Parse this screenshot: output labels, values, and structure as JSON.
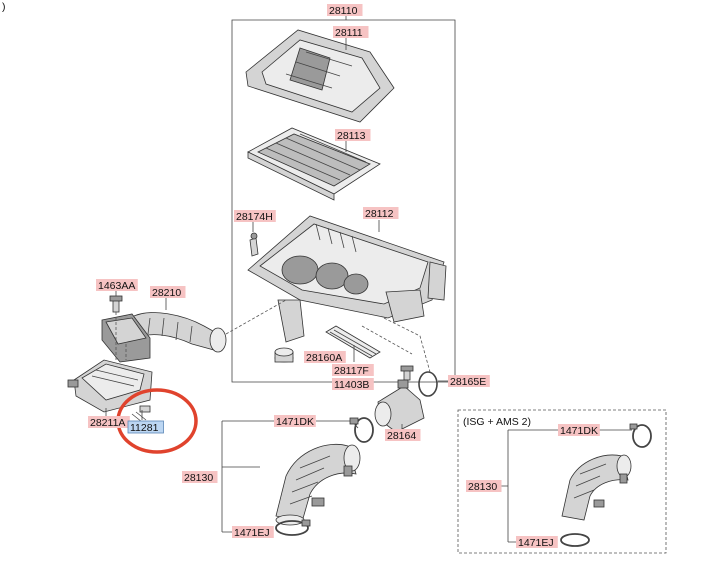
{
  "page_note": ")",
  "labels": {
    "p28110": "28110",
    "p28111": "28111",
    "p28113": "28113",
    "p28174H": "28174H",
    "p28112": "28112",
    "p1463AA": "1463AA",
    "p28210": "28210",
    "p28160A": "28160A",
    "p28117F": "28117F",
    "p11403B": "11403B",
    "p28165E": "28165E",
    "p28211A": "28211A",
    "p11281": "11281",
    "p1471DK": "1471DK",
    "p28164": "28164",
    "p28130": "28130",
    "p1471EJ": "1471EJ"
  },
  "variant_box": {
    "title": "(ISG + AMS 2)",
    "p1471DK": "1471DK",
    "p28130": "28130",
    "p1471EJ": "1471EJ"
  },
  "colors": {
    "label_fill": "#f6c3c3",
    "highlight_fill": "#bcd6f2",
    "circle": "#e0432d"
  }
}
